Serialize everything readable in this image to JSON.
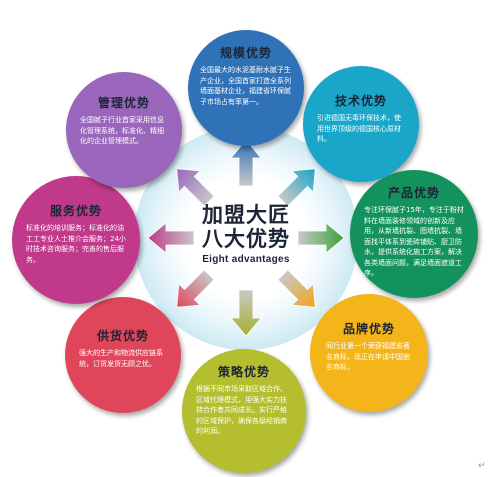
{
  "center": {
    "line1": "加盟大匠",
    "line2": "八大优势",
    "subtitle": "Eight advantages"
  },
  "colors": {
    "halo": "#d2edf5",
    "halo_ring": "#b6e0ee",
    "title_text": "#1c2536",
    "arrow_fill": "#c8c8c8"
  },
  "nodes": [
    {
      "id": "scale",
      "title": "规模优势",
      "text": "全国最大的水泥基耐水腻子生产企业，全国首家打造全系列墙面基材企业，福建省环保腻子市场占有率第一。",
      "color": "#2f72b8",
      "arrow_color": "#2f72b8",
      "icon": "up-arrow"
    },
    {
      "id": "tech",
      "title": "技术优势",
      "text": "引进德国无毒环保技术，使用世界顶级的德国核心原材料。",
      "color": "#1aa6c8",
      "arrow_color": "#1aa6c8",
      "icon": "up-right-arrow"
    },
    {
      "id": "product",
      "title": "产品优势",
      "text": "专注环保腻子15年，专注于粉材料在墙面装修领域的创新及应用，从新墙抗裂、图墙抗裂、墙面找平体系到瓷砖铺贴、厨卫防水，提供系统化施工方案，解决各类墙面问题，满足墙面遮道工序。",
      "color": "#14925e",
      "arrow_color": "#3aa33a",
      "icon": "right-arrow"
    },
    {
      "id": "brand",
      "title": "品牌优势",
      "text": "同行业第一个荣获福建省著名商标，现正在申请中国驰名商标。",
      "color": "#f3b519",
      "arrow_color": "#f0a41a",
      "icon": "down-right-arrow"
    },
    {
      "id": "strategy",
      "title": "策略优势",
      "text": "根据不同市场采取区域合作、区域代理模式，用强大实力扶持合作者共同成长。实行严格的区域保护，确保各级经销商的利润。",
      "color": "#b5be2e",
      "arrow_color": "#a7b02a",
      "icon": "down-arrow"
    },
    {
      "id": "supply",
      "title": "供货优势",
      "text": "强大的生产和物流供应链系统，订货发货无顾之忧。",
      "color": "#e0465a",
      "arrow_color": "#e0465a",
      "icon": "down-left-arrow"
    },
    {
      "id": "service",
      "title": "服务优势",
      "text": "标准化的培训服务；标准化的油工工专业人士推介会服务；24小时技术咨询服务；完善的售后服务。",
      "color": "#c0398a",
      "arrow_color": "#c0398a",
      "icon": "left-arrow"
    },
    {
      "id": "management",
      "title": "管理优势",
      "text": "全国腻子行业首家采用信息化管理系统，标准化、精细化的企业管理模式。",
      "color": "#9a66bc",
      "arrow_color": "#9a66bc",
      "icon": "up-left-arrow"
    }
  ]
}
